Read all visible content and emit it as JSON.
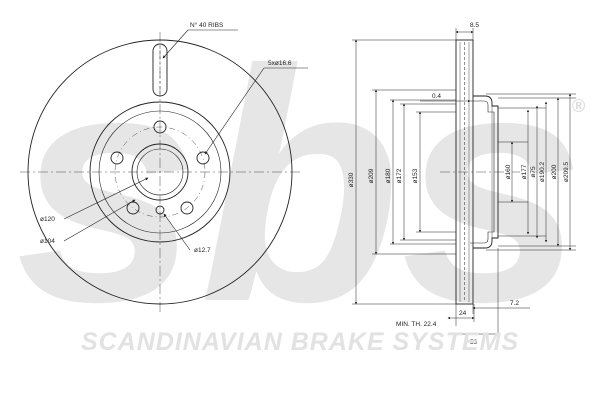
{
  "watermark": {
    "logo_text": "sbs",
    "registered_mark": "®",
    "caption": "SCANDINAVIAN BRAKE SYSTEMS"
  },
  "colors": {
    "line": "#222222",
    "watermark": "#e3e3e3",
    "background": "#ffffff"
  },
  "front_view": {
    "ribs_note": "N° 40 RIBS",
    "hole_spec": "5xø16.6",
    "dia_120": "ø120",
    "dia_104": "ø104",
    "dia_12_7": "ø12.7"
  },
  "side_view": {
    "width_8_5": "8.5",
    "offset_0_4": "0.4",
    "dia_330": "ø330",
    "dia_209": "ø209",
    "dia_180": "ø180",
    "dia_172": "ø172",
    "dia_153": "ø153",
    "dia_160": "ø160",
    "dia_177": "ø177",
    "dia_75": "ø75",
    "dia_190_2": "ø190.2",
    "dia_200": "ø200",
    "dia_209_5": "ø209.5",
    "width_7_2": "7.2",
    "width_24": "24",
    "min_th": "MIN. TH. 22.4",
    "height_59": "59"
  }
}
